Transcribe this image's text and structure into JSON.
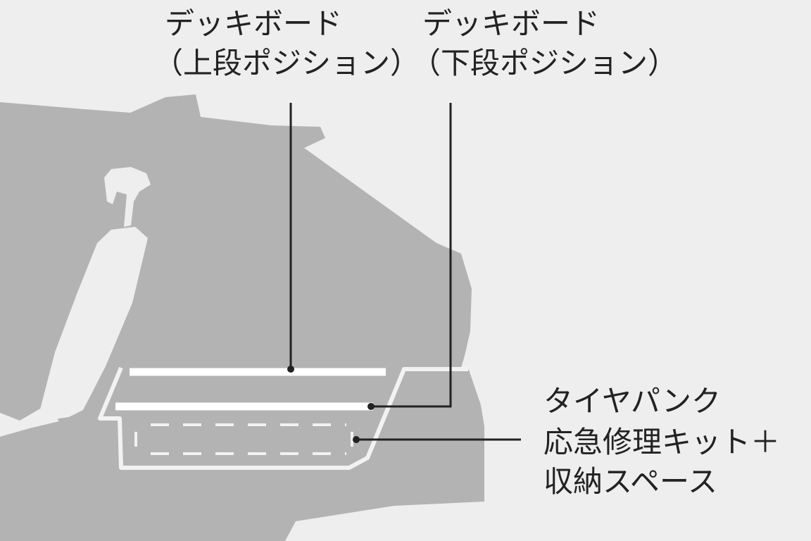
{
  "labels": {
    "upper_deck": {
      "line1": "デッキボード",
      "line2": "（上段ポジション）"
    },
    "lower_deck": {
      "line1": "デッキボード",
      "line2": "（下段ポジション）"
    },
    "storage": {
      "line1": "タイヤパンク",
      "line2": "応急修理キット＋",
      "line3": "収納スペース"
    }
  },
  "colors": {
    "background": "#eeeeee",
    "vehicle_body": "#b3b3b3",
    "outline": "#f2f2f2",
    "leader_line": "#222222",
    "text": "#222222"
  }
}
